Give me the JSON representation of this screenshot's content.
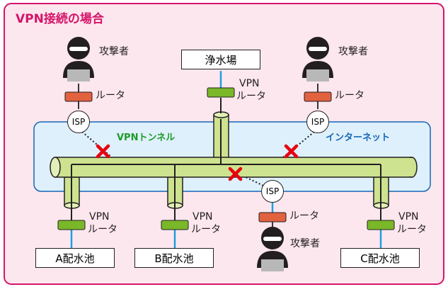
{
  "title": "VPN接続の場合",
  "labels": {
    "vpn_tunnel": "VPNトンネル",
    "internet": "インターネット",
    "attacker": "攻撃者",
    "router": "ルータ",
    "vpn": "VPN",
    "isp": "ISP"
  },
  "sites": {
    "water_plant": "浄水場",
    "pool_a": "A配水池",
    "pool_b": "B配水池",
    "pool_c": "C配水池"
  },
  "colors": {
    "frame_border": "#d6156a",
    "frame_fill": "#fde7ee",
    "internet_fill": "#def0fb",
    "internet_border": "#1467b6",
    "tunnel_fill": "#cde38f",
    "router_vpn": "#7ab829",
    "router_attacker": "#e2613f",
    "link_blue": "#1f9ee0",
    "block_x": "#e60012"
  }
}
